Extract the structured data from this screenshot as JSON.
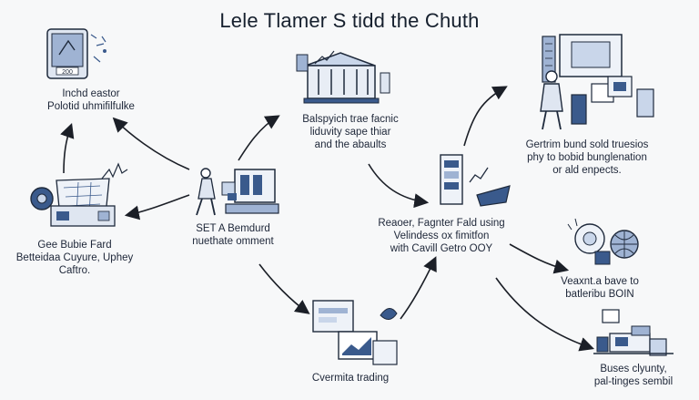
{
  "title": "Lele Tlamer S tidd the Chuth",
  "nodes": {
    "top_left": {
      "lines": [
        "Inchd eastor",
        "Polotid uhmifilfulke"
      ],
      "icon": "tablet-phone-icon"
    },
    "top_center": {
      "lines": [
        "Balspyich trae facnic",
        "liduvity  sape thiar",
        "and the abaults"
      ],
      "icon": "bank-building-icon"
    },
    "top_right": {
      "lines": [
        "Gertrim bund sold truesios",
        "phy to bobid bunglenation",
        "or ald enpects."
      ],
      "icon": "person-monitor-icon"
    },
    "center_left": {
      "lines": [
        "SET A Bemdurd",
        "nuethate omment"
      ],
      "icon": "person-computer-icon"
    },
    "left": {
      "lines": [
        "Gee Bubie Fard",
        "Betteidaa Cuyure, Uphey",
        "Caftro."
      ],
      "icon": "camera-blueprint-icon"
    },
    "center_right": {
      "lines": [
        "Reaoer, Fagnter Fald using",
        "Velindess ox fimitfon",
        "with Cavill Getro OOY"
      ],
      "icon": "server-chart-icon"
    },
    "bottom_center": {
      "lines": [
        "Cvermita trading"
      ],
      "icon": "trading-screen-icon"
    },
    "right": {
      "lines": [
        "Veaxnt.a bave to",
        "batleribu BOIN"
      ],
      "icon": "gear-globe-icon"
    },
    "bottom_right": {
      "lines": [
        "Buses clyunty,",
        "pal-tinges sembil"
      ],
      "icon": "shop-counter-icon"
    }
  },
  "colors": {
    "ink": "#1f2a3c",
    "accent": "#3a5a8c",
    "pale": "#c9d6ea",
    "line": "#1b1f27"
  }
}
